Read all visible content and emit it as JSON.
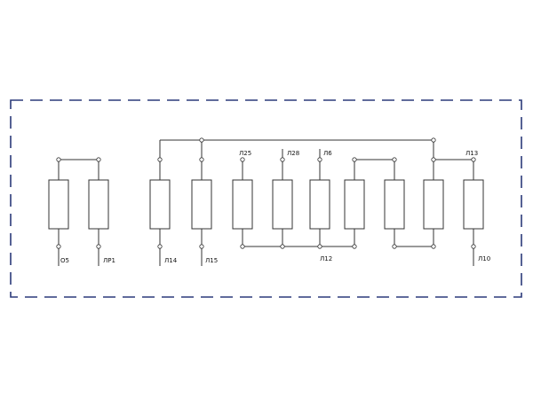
{
  "frame_color": "#2b3a7a",
  "line_color": "#333333",
  "labels": {
    "o5": "О5",
    "lr1": "ЛР1",
    "l14": "Л14",
    "l15": "Л15",
    "l25": "Л25",
    "l28": "Л28",
    "l6": "Л6",
    "l13": "Л13",
    "l12": "Л12",
    "l10": "Л10"
  }
}
